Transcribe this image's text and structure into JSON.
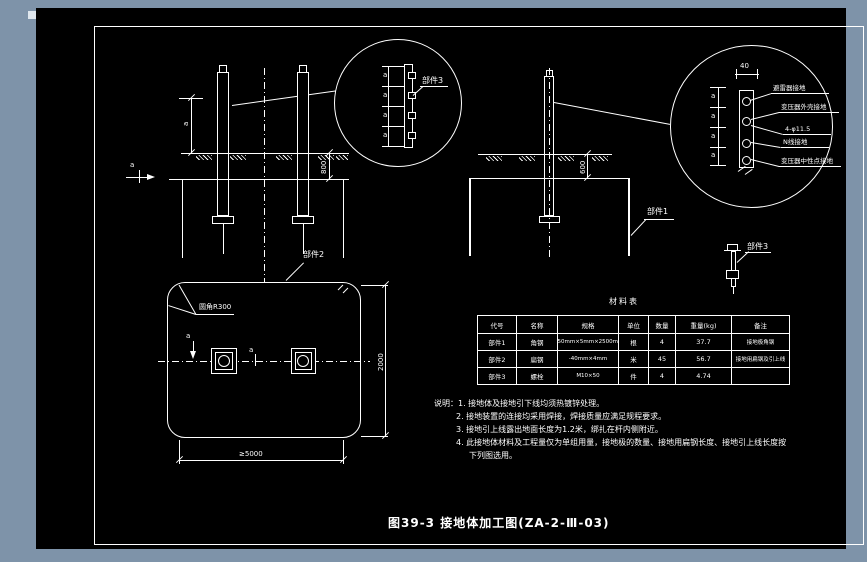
{
  "colors": {
    "canvas_bg": "#7e93a9",
    "sheet_bg": "#000000",
    "line": "#ffffff"
  },
  "title_block": {
    "drawing_title": "图39-3  接地体加工图(ZA-2-Ⅲ-03)"
  },
  "labels": {
    "component1": "部件1",
    "component2": "部件2",
    "component3": "部件3",
    "detail1_component3": "部件3",
    "plan_corner": "圆角R300",
    "section_mark_left": "a",
    "section_mark_plan": "a",
    "dim_a": "a",
    "depth_left": "800",
    "depth_right": "600",
    "plan_width": "≥5000",
    "plan_height": "2000",
    "plan_spacing": "a",
    "detail2_top_dim": "40"
  },
  "detail1_dims": [
    "a",
    "a",
    "a",
    "a"
  ],
  "detail2_dims": [
    "a",
    "a",
    "a",
    "a"
  ],
  "detail2_callouts": [
    "避雷器接地",
    "变压器外壳接地",
    "4-φ11.5",
    "N线接地",
    "变压器中性点接地"
  ],
  "material_table": {
    "title": "材料表",
    "headers": [
      "代号",
      "名称",
      "规格",
      "单位",
      "数量",
      "重量(kg)",
      "备注"
    ],
    "rows": [
      [
        "部件1",
        "角钢",
        "∠50mm×5mm×2500mm",
        "根",
        "4",
        "37.7",
        "接地极角钢"
      ],
      [
        "部件2",
        "扁钢",
        "-40mm×4mm",
        "米",
        "45",
        "56.7",
        "接地用扁钢及引上线"
      ],
      [
        "部件3",
        "螺栓",
        "M10×50",
        "件",
        "4",
        "4.74",
        ""
      ]
    ]
  },
  "notes": [
    "说明：1. 接地体及接地引下线均须热镀锌处理。",
    "2. 接地装置的连接均采用焊接，焊接质量应满足规程要求。",
    "3. 接地引上线露出地面长度为1.2米，绑扎在杆内侧附近。",
    "4. 此接地体材料及工程量仅为单组用量，接地极的数量、接地用扁钢长度、接地引上线长度按",
    "下列图选用。"
  ]
}
